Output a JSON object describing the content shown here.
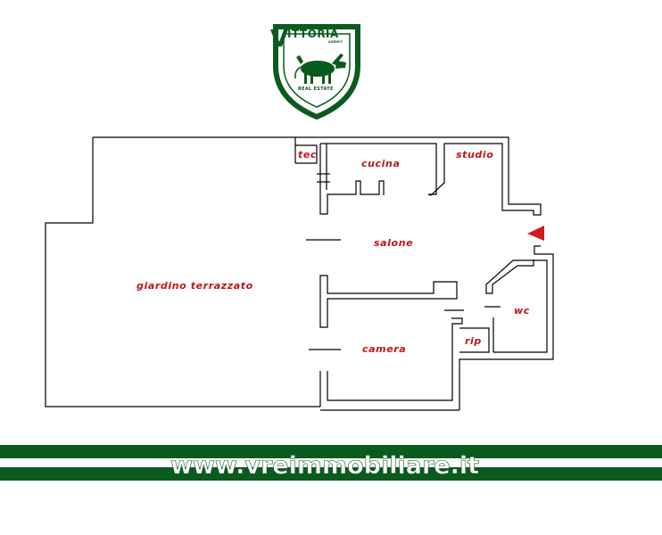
{
  "logo": {
    "letter": "V",
    "word": "ITTORIA",
    "agency": "AGENCY",
    "tagline": "REAL ESTATE"
  },
  "rooms": {
    "tec": "tec",
    "cucina": "cucina",
    "studio": "studio",
    "salone": "salone",
    "giardino": "giardino terrazzato",
    "wc": "wc",
    "rip": "rip",
    "camera": "camera"
  },
  "footer": {
    "url": "www.vreimmobiliare.it"
  },
  "colors": {
    "brand_green": "#0b5a1e",
    "room_label": "#c0151c",
    "entrance_marker": "#d21a1a",
    "wall": "#000000"
  }
}
